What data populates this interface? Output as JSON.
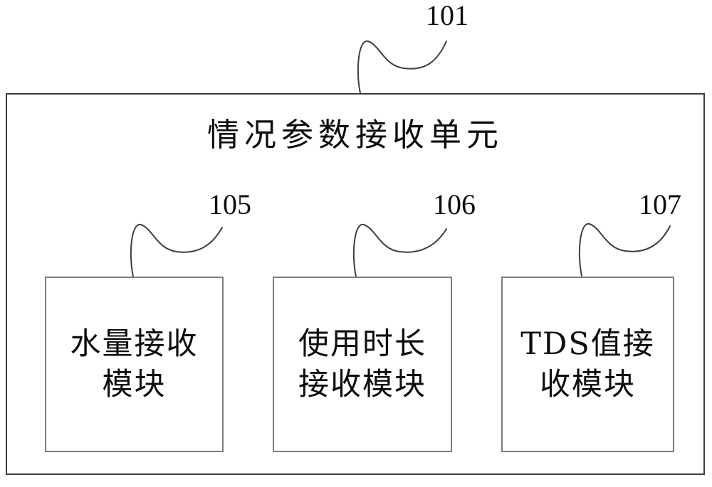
{
  "diagram": {
    "outer_unit": {
      "ref": "101",
      "title": "情况参数接收单元"
    },
    "modules": [
      {
        "ref": "105",
        "label_line1": "水量接收",
        "label_line2": "模块"
      },
      {
        "ref": "106",
        "label_line1": "使用时长",
        "label_line2": "接收模块"
      },
      {
        "ref": "107",
        "label_line1": "TDS值接",
        "label_line2": "收模块"
      }
    ],
    "colors": {
      "outer_border": "#3c3c3c",
      "module_border": "#7d7d7d",
      "leader_line": "#3f3f3f",
      "text": "#0d0d0d",
      "background": "#ffffff"
    }
  }
}
